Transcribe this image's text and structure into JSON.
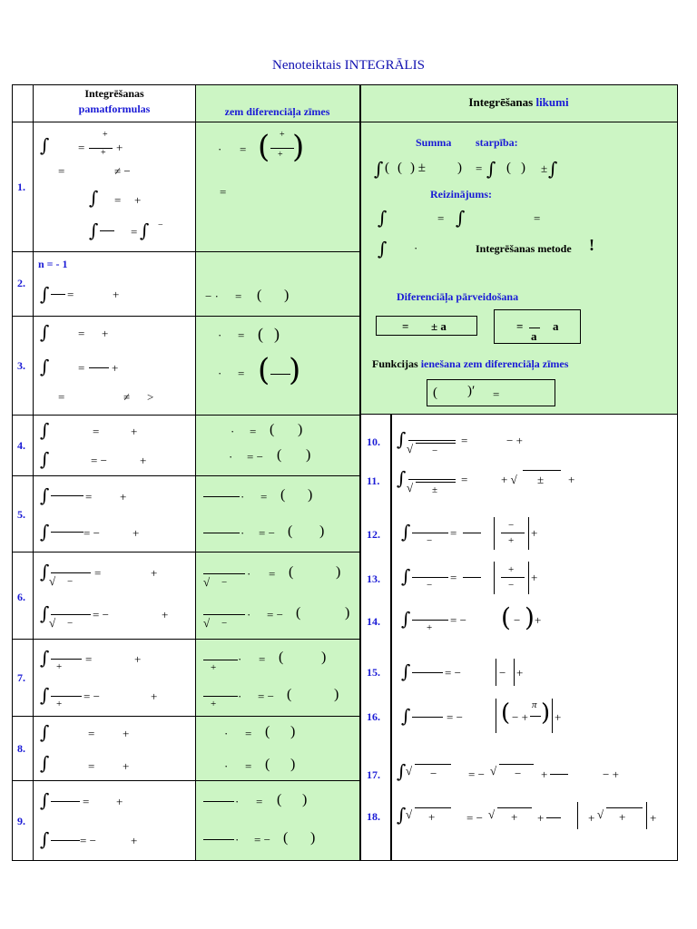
{
  "title": "Nenoteiktais INTEGRĀLIS",
  "headers": {
    "col1_line1": "Integrēšanas",
    "col1_line2": "pamatformulas",
    "col2": "zem diferenciāļa zīmes",
    "col3_a": "Integrēšanas",
    "col3_b": "likumi"
  },
  "rows": [
    "1.",
    "2.",
    "3.",
    "4.",
    "5.",
    "6.",
    "7.",
    "8.",
    "9."
  ],
  "row2_note": "n = - 1",
  "rules": {
    "summa": "Summa",
    "starpiba": "starpība:",
    "reizinajums": "Reizinājums:",
    "metode": "Integrēšanas metode",
    "exclam": "!",
    "difer": "Diferenciāļa pārveidošana",
    "box1_a": "=",
    "box1_b": "± a",
    "box2_a": "=",
    "box2_b": "a",
    "box2_c": "a",
    "funk_a": "Funkcijas",
    "funk_b": "ienešana zem diferenciāļa zīmes"
  },
  "right_rows": [
    "10.",
    "11.",
    "12.",
    "13.",
    "14.",
    "15.",
    "16.",
    "17.",
    "18."
  ],
  "colors": {
    "blue": "#1a1ad6",
    "green": "#ccf5c4",
    "title": "#1010b0"
  }
}
